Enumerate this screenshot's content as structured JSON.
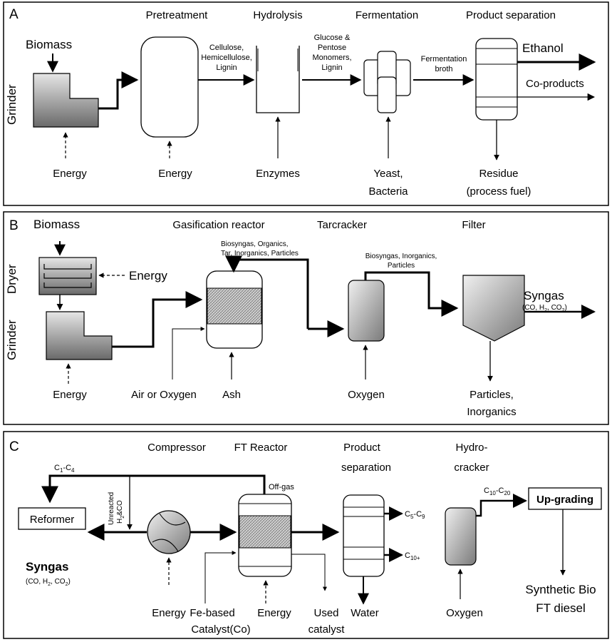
{
  "panel_a": {
    "letter": "A",
    "stage_pretreatment": "Pretreatment",
    "stage_hydrolysis": "Hydrolysis",
    "stage_fermentation": "Fermentation",
    "stage_separation": "Product separation",
    "biomass": "Biomass",
    "grinder": "Grinder",
    "flow1": [
      "Cellulose,",
      "Hemicellulose,",
      "Lignin"
    ],
    "flow2": [
      "Glucose &",
      "Pentose",
      "Monomers,",
      "Lignin"
    ],
    "flow3": [
      "Fermentation",
      "broth"
    ],
    "ethanol": "Ethanol",
    "coproducts": "Co-products",
    "energy1": "Energy",
    "energy2": "Energy",
    "enzymes": "Enzymes",
    "yeast": [
      "Yeast,",
      "Bacteria"
    ],
    "residue": [
      "Residue",
      "(process fuel)"
    ]
  },
  "panel_b": {
    "letter": "B",
    "biomass": "Biomass",
    "stage_gasification": "Gasification reactor",
    "stage_tarcracker": "Tarcracker",
    "stage_filter": "Filter",
    "dryer": "Dryer",
    "grinder": "Grinder",
    "energy_dryer": "Energy",
    "energy_grinder": "Energy",
    "air": "Air or Oxygen",
    "ash": "Ash",
    "oxygen": "Oxygen",
    "flow1": [
      "Biosyngas, Organics,",
      "Tar, Inorganics, Particles"
    ],
    "flow2": [
      "Biosyngas, Inorganics,",
      "Particles"
    ],
    "syngas": "Syngas",
    "syngas_comp": [
      "(CO, H",
      "2",
      ", CO",
      "2",
      ")"
    ],
    "particles": [
      "Particles,",
      "Inorganics"
    ]
  },
  "panel_c": {
    "letter": "C",
    "stage_compressor": "Compressor",
    "stage_ft": "FT Reactor",
    "stage_product": [
      "Product",
      "separation"
    ],
    "stage_hydro": [
      "Hydro-",
      "cracker"
    ],
    "c1c4": [
      "C",
      "1",
      "-C",
      "4"
    ],
    "offgas": "Off-gas",
    "unreacted": [
      "Unreacted",
      "H",
      "2",
      "&CO"
    ],
    "reformer": "Reformer",
    "syngas": "Syngas",
    "syngas_comp": [
      "(CO, H",
      "2",
      ", CO",
      "2",
      ")"
    ],
    "c5c9": [
      "C",
      "5",
      "-C",
      "9"
    ],
    "c10plus": [
      "C",
      "10+"
    ],
    "c10c20": [
      "C",
      "10",
      "-C",
      "20"
    ],
    "upgrading": "Up-grading",
    "energy_comp": "Energy",
    "catalyst": [
      "Fe-based",
      "Catalyst(Co)"
    ],
    "energy_ft": "Energy",
    "used_catalyst": [
      "Used",
      "catalyst"
    ],
    "water": "Water",
    "oxygen": "Oxygen",
    "output": [
      "Synthetic Bio",
      "FT diesel"
    ]
  }
}
